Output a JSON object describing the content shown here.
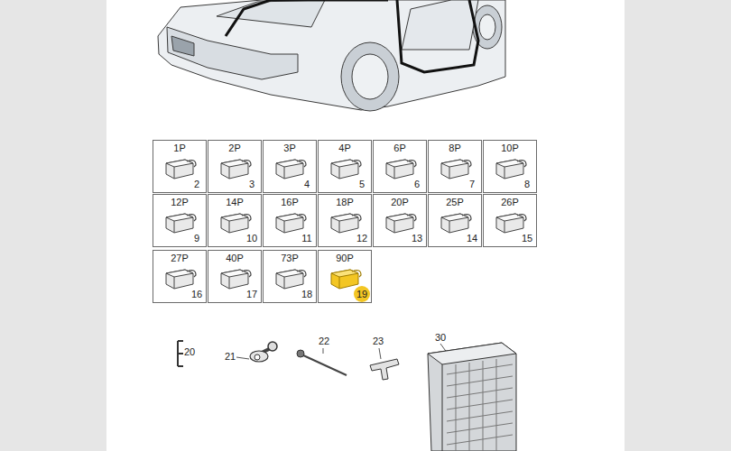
{
  "diagram": {
    "nodes": [
      {
        "text": [
          "1P",
          "2"
        ]
      },
      {
        "text": [
          "2P",
          "3"
        ]
      },
      {
        "text": [
          "3P",
          "4"
        ]
      },
      {
        "text": [
          "4P",
          "5"
        ]
      },
      {
        "text": [
          "6P",
          "6"
        ]
      },
      {
        "text": [
          "8P",
          "7"
        ]
      },
      {
        "text": [
          "10P",
          "8"
        ]
      },
      {
        "text": [
          "12P",
          "9"
        ]
      },
      {
        "text": [
          "14P",
          "10"
        ]
      },
      {
        "text": [
          "16P",
          "11"
        ]
      },
      {
        "text": [
          "18P",
          "12"
        ]
      },
      {
        "text": [
          "20P",
          "13"
        ]
      },
      {
        "text": [
          "25P",
          "14"
        ]
      },
      {
        "text": [
          "26P",
          "15"
        ]
      },
      {
        "text": [
          "27P",
          "16"
        ]
      },
      {
        "text": [
          "40P",
          "17"
        ]
      },
      {
        "text": [
          "73P",
          "18"
        ]
      },
      {
        "text": [
          "90P",
          "19"
        ]
      }
    ],
    "labels": [
      "20",
      "21",
      "22",
      "23",
      "30"
    ]
  }
}
